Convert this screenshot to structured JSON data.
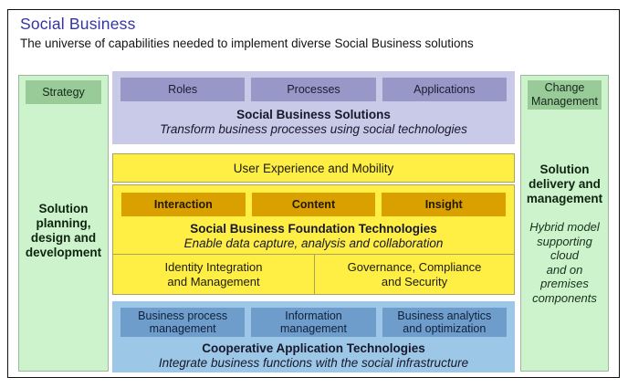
{
  "header": {
    "title": "Social Business",
    "subtitle": "The universe of capabilities needed to implement diverse Social Business solutions"
  },
  "left_column": {
    "top_box": "Strategy",
    "label": "Solution\nplanning,\ndesign and\ndevelopment"
  },
  "right_column": {
    "top_box": "Change\nManagement",
    "label": "Solution\ndelivery and\nmanagement",
    "note": "Hybrid model\nsupporting cloud\nand on premises\ncomponents"
  },
  "solutions": {
    "boxes": [
      "Roles",
      "Processes",
      "Applications"
    ],
    "title": "Social Business Solutions",
    "subtitle": "Transform business processes using social technologies"
  },
  "experience": {
    "label": "User Experience and Mobility"
  },
  "foundation": {
    "boxes": [
      "Interaction",
      "Content",
      "Insight"
    ],
    "title": "Social Business Foundation Technologies",
    "subtitle": "Enable data capture, analysis and collaboration",
    "cells": [
      "Identity Integration\nand Management",
      "Governance, Compliance\nand Security"
    ]
  },
  "cooperative": {
    "boxes": [
      "Business process\nmanagement",
      "Information\nmanagement",
      "Business analytics\nand optimization"
    ],
    "title": "Cooperative Application Technologies",
    "subtitle": "Integrate business functions with the social infrastructure"
  },
  "colors": {
    "accent_title": "#3434a3",
    "green_bg": "#cdf3cd",
    "green_box": "#99cb99",
    "purple_bg": "#c9c9e8",
    "purple_box": "#9797c8",
    "yellow_bg": "#ffee44",
    "orange_box": "#d9a000",
    "blue_bg": "#9cc7e6",
    "blue_box": "#6e9dcb"
  }
}
